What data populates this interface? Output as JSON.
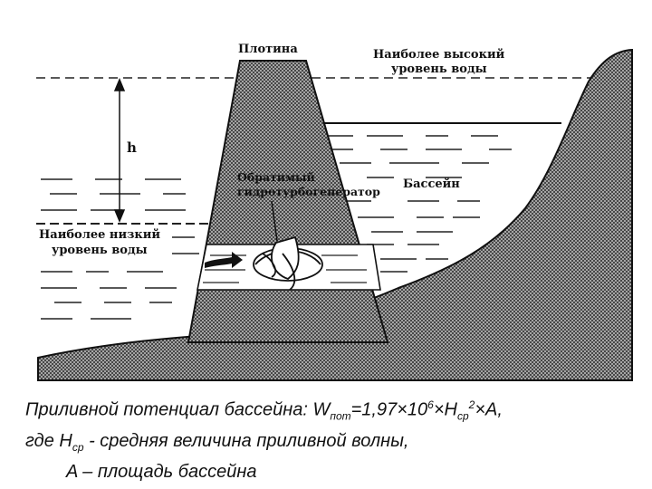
{
  "labels": {
    "dam": "Плотина",
    "high_water_line1": "Наиболее высокий",
    "high_water_line2": "уровень воды",
    "height_symbol": "h",
    "turbine_line1": "Обратимый",
    "turbine_line2": "гидротурбогенератор",
    "basin": "Бассейн",
    "low_water_line1": "Наиболее низкий",
    "low_water_line2": "уровень воды"
  },
  "caption": {
    "formula_prefix": "Приливной потенциал бассейна: W",
    "w_subscript": "пот",
    "formula_middle": "=1,97×10",
    "exponent": "6",
    "mult_h": "×H",
    "h_subscript": "ср",
    "h_exponent": "2",
    "formula_suffix": "×A,",
    "line2_prefix": "где  H",
    "line2_subscript": "ср",
    "line2_suffix": " - средняя величина приливной волны,",
    "line3": "A – площадь бассейна"
  }
}
